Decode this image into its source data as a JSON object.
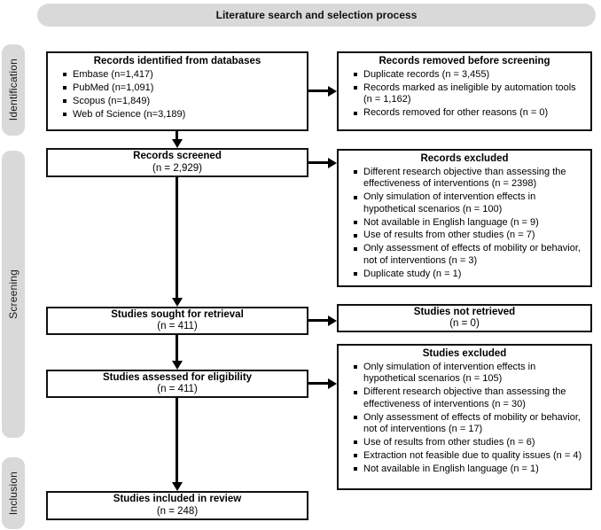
{
  "title": "Literature search and selection process",
  "stages": [
    {
      "label": "Identification"
    },
    {
      "label": "Screening"
    },
    {
      "label": "Inclusion"
    }
  ],
  "boxes": {
    "identified": {
      "title": "Records identified from databases",
      "items": [
        "Embase (n=1,417)",
        "PubMed (n=1,091)",
        "Scopus (n=1,849)",
        "Web of Science (n=3,189)"
      ]
    },
    "removed": {
      "title": "Records removed before screening",
      "items": [
        "Duplicate records (n = 3,455)",
        "Records marked as ineligible by automation tools (n = 1,162)",
        "Records removed for other reasons (n = 0)"
      ]
    },
    "screened": {
      "title": "Records screened",
      "count": "(n = 2,929)"
    },
    "records_excluded": {
      "title": "Records excluded",
      "items": [
        "Different research objective than assessing the effectiveness of interventions (n = 2398)",
        "Only simulation of intervention effects in hypothetical scenarios (n = 100)",
        "Not available in English language (n = 9)",
        "Use of results from other studies (n = 7)",
        "Only assessment of effects of mobility or behavior, not of interventions (n = 3)",
        "Duplicate study (n = 1)"
      ]
    },
    "sought": {
      "title": "Studies sought for retrieval",
      "count": "(n = 411)"
    },
    "not_retrieved": {
      "title": "Studies not retrieved",
      "count": "(n = 0)"
    },
    "assessed": {
      "title": "Studies assessed for eligibility",
      "count": "(n = 411)"
    },
    "studies_excluded": {
      "title": "Studies excluded",
      "items": [
        "Only simulation of intervention effects in hypothetical scenarios (n = 105)",
        "Different research objective than assessing the effectiveness of interventions (n = 30)",
        "Only assessment of effects of mobility or behavior, not of interventions (n = 17)",
        "Use of results from other studies (n = 6)",
        "Extraction not feasible due to quality issues (n = 4)",
        "Not available in English language (n = 1)"
      ]
    },
    "included": {
      "title": "Studies included in review",
      "count": "(n = 248)"
    }
  },
  "colors": {
    "bar_gray": "#d9d9d9",
    "line_black": "#000000"
  }
}
